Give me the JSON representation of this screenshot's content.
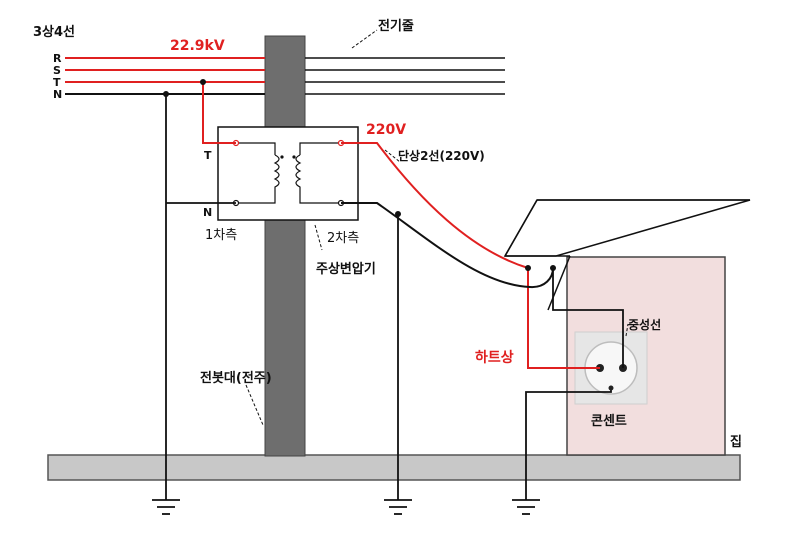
{
  "title": "3상4선",
  "phases": [
    "R",
    "S",
    "T",
    "N"
  ],
  "labels": {
    "primary_voltage": "22.9kV",
    "power_line": "전기줄",
    "secondary_voltage": "220V",
    "single_phase": "단상2선(220V)",
    "transformer_t": "T",
    "transformer_n": "N",
    "primary_side": "1차측",
    "secondary_side": "2차측",
    "pole_transformer": "주상변압기",
    "pole": "전봇대(전주)",
    "hot_phase": "하트상",
    "neutral": "중성선",
    "outlet": "콘센트",
    "house": "집"
  },
  "colors": {
    "live_wire": "#e02020",
    "neutral_wire": "#111111",
    "pole": "#6e6e6e",
    "ground": "#c8c8c8",
    "house_fill": "#f2dede",
    "outlet_fill": "#e6e6e6"
  }
}
